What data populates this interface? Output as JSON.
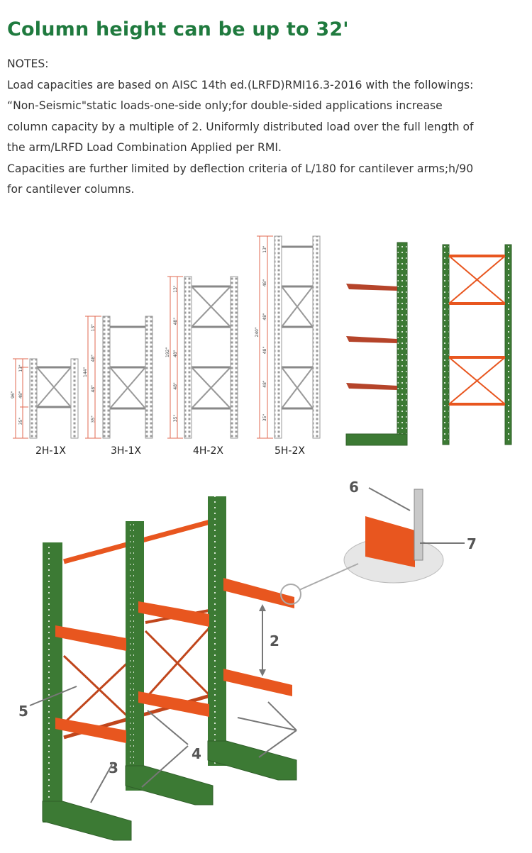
{
  "heading": "Column height can be up to 32'",
  "notes": {
    "label": "NOTES:",
    "lines": [
      "Load capacities are based on AISC 14th ed.(LRFD)RMI16.3-2016 with the followings:",
      "“Non-Seismic\"static loads-one-side only;for double-sided applications increase",
      "column capacity by a multiple of 2. Uniformly distributed load over the full length of",
      "the arm/LRFD Load Combination Applied per RMI.",
      "Capacities are further limited by deflection criteria of L/180 for cantilever arms;h/90",
      "for cantilever columns."
    ]
  },
  "configurations": [
    {
      "label": "2H-1X",
      "total": "96\"",
      "dims": [
        "13\"",
        "48\"",
        "35\""
      ]
    },
    {
      "label": "3H-1X",
      "total": "144\"",
      "dims": [
        "13\"",
        "48\"",
        "48\"",
        "35\""
      ]
    },
    {
      "label": "4H-2X",
      "total": "192\"",
      "dims": [
        "13\"",
        "48\"",
        "48\"",
        "48\"",
        "35\""
      ]
    },
    {
      "label": "5H-2X",
      "total": "240\"",
      "dims": [
        "13\"",
        "48\"",
        "48\"",
        "48\"",
        "48\"",
        "35\""
      ]
    }
  ],
  "callouts": [
    "2",
    "3",
    "4",
    "5",
    "6",
    "7"
  ],
  "colors": {
    "heading": "#1f7a3e",
    "column": "#3c7a34",
    "arm": "#e8561f",
    "brace": "#c0461c",
    "text": "#333333"
  }
}
